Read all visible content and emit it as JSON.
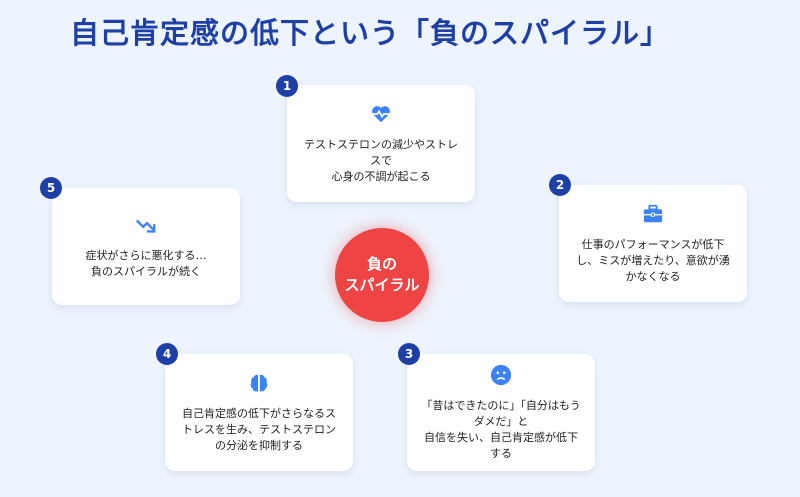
{
  "title": "自己肯定感の低下という「負のスパイラル」",
  "center": "負の\nスパイラル",
  "accent": "#3b82f6",
  "steps": [
    {
      "num": "1",
      "icon": "heartbeat-icon",
      "text": "テストステロンの減少やストレスで\n心身の不調が起こる"
    },
    {
      "num": "2",
      "icon": "briefcase-icon",
      "text": "仕事のパフォーマンスが低下し、ミスが増えたり、意欲が湧かなくなる"
    },
    {
      "num": "3",
      "icon": "sad-face-icon",
      "text": "「昔はできたのに」「自分はもうダメだ」と\n自信を失い、自己肯定感が低下する"
    },
    {
      "num": "4",
      "icon": "brain-icon",
      "text": "自己肯定感の低下がさらなるストレスを生み、テストステロンの分泌を抑制する"
    },
    {
      "num": "5",
      "icon": "trend-down-icon",
      "text": "症状がさらに悪化する…\n負のスパイラルが続く"
    }
  ]
}
